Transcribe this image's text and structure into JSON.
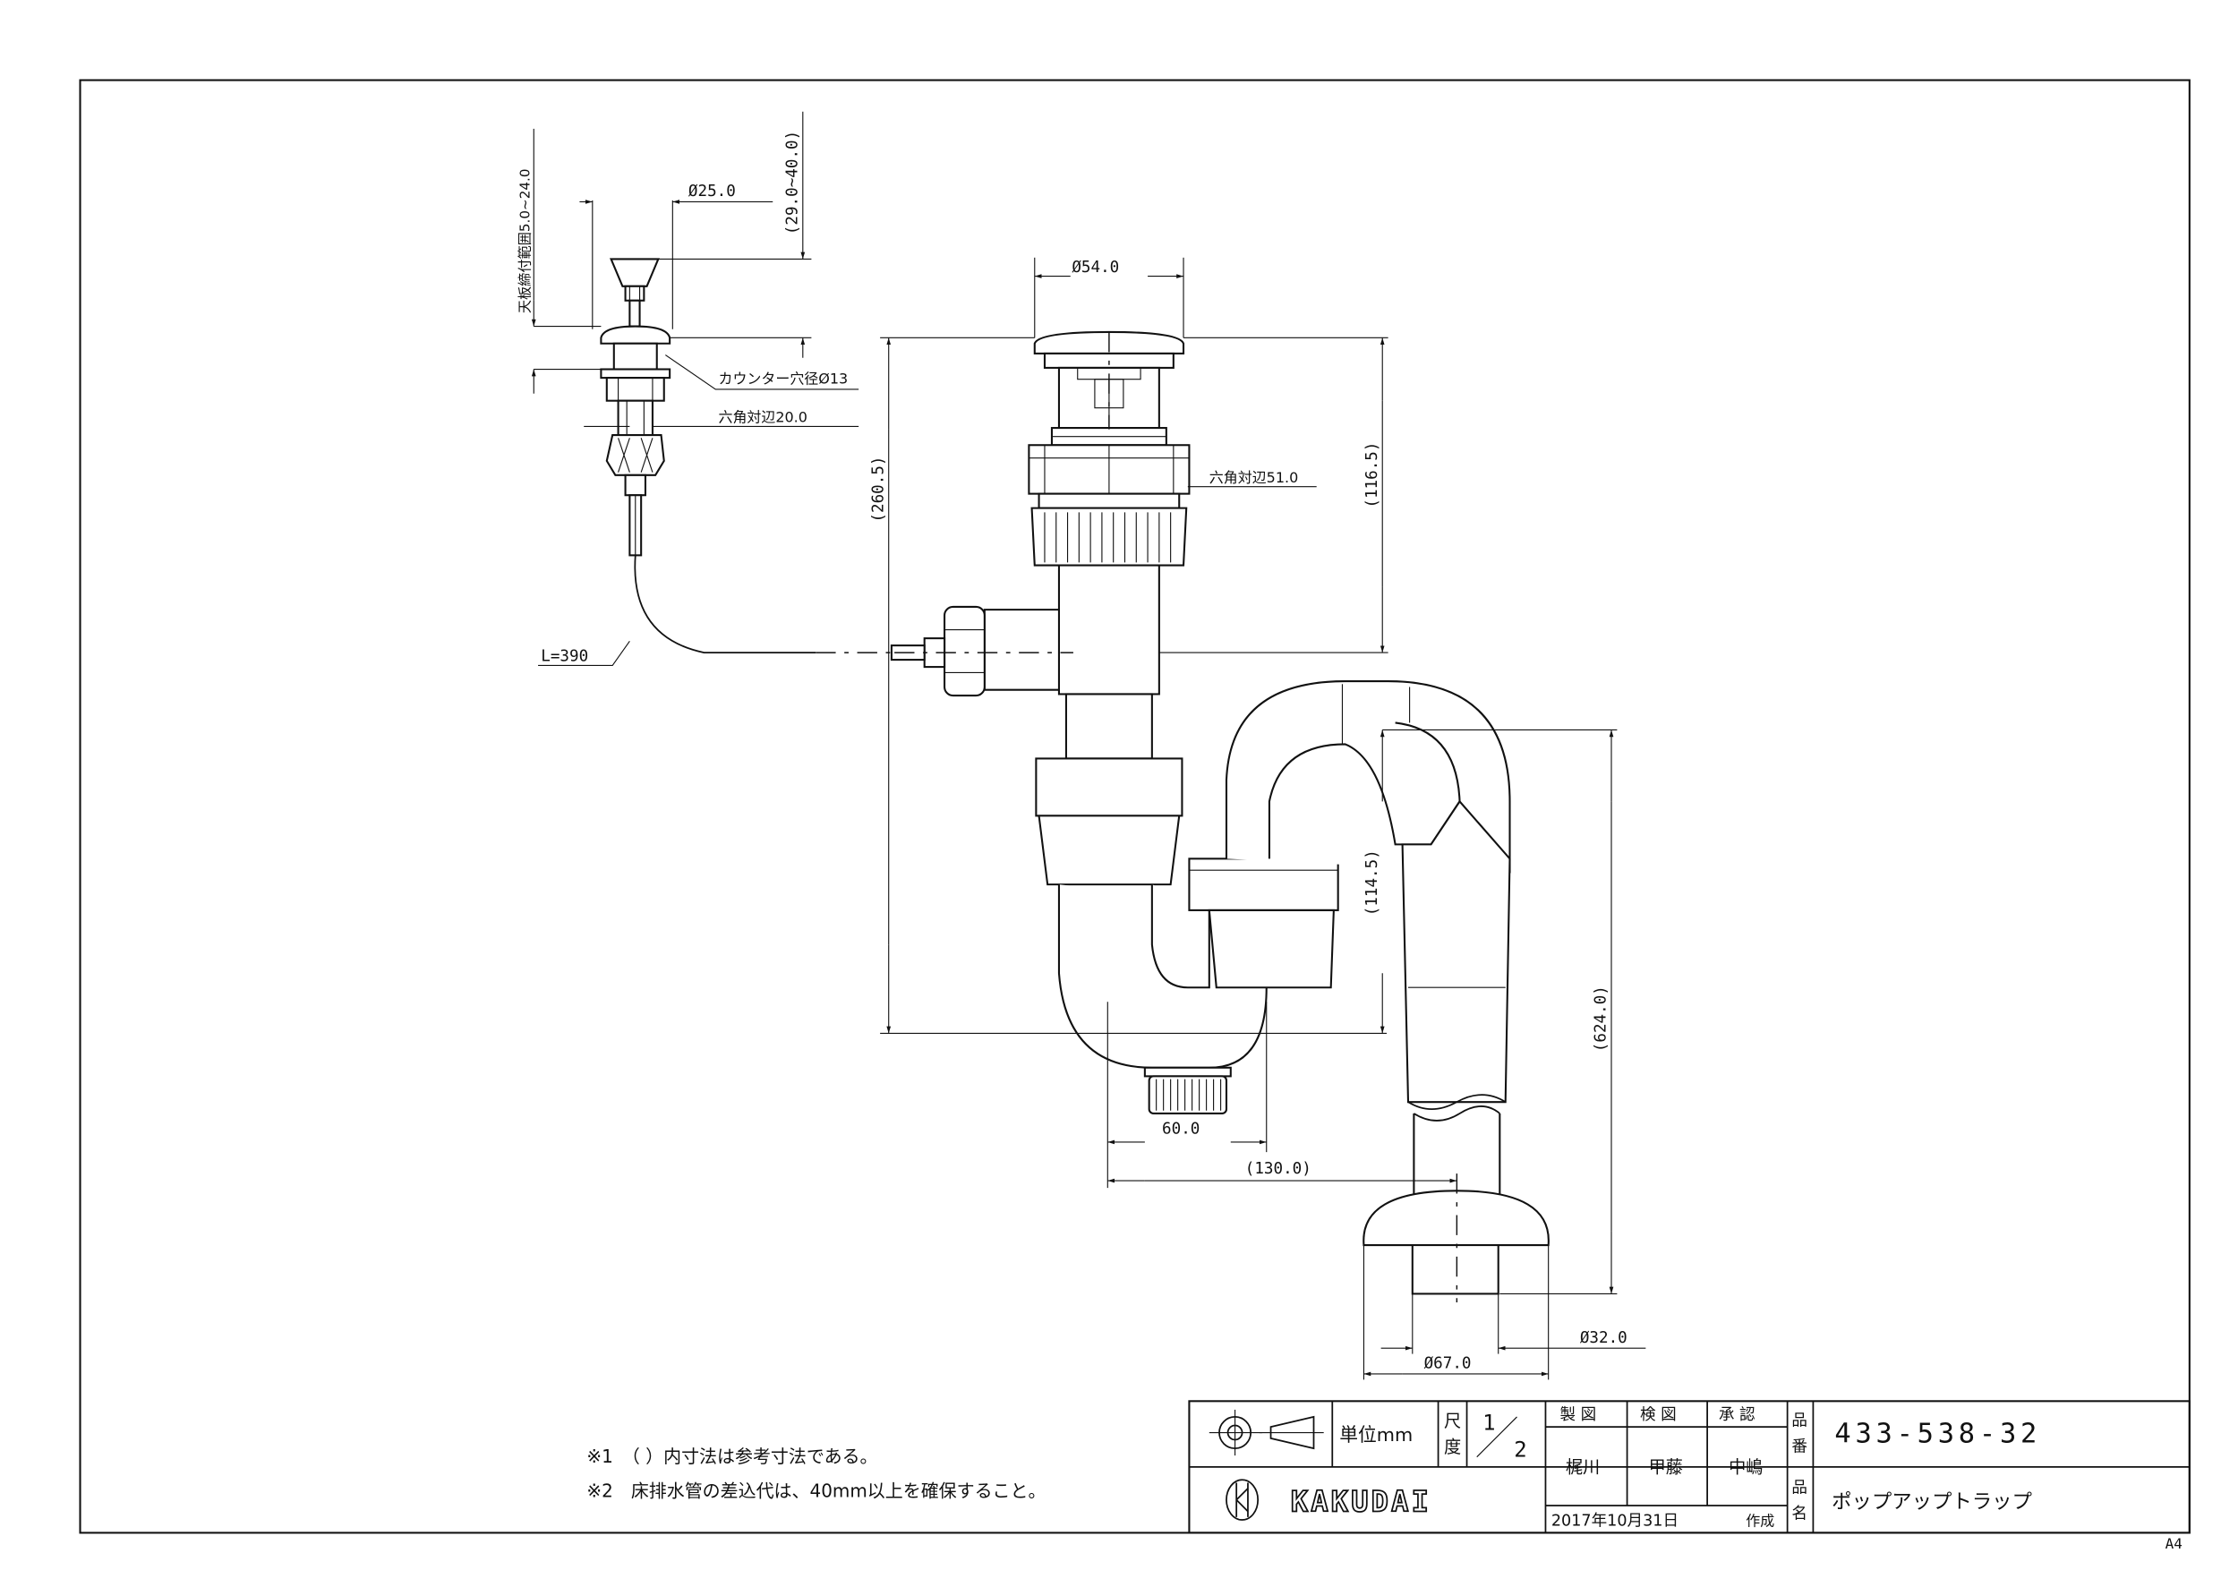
{
  "dimensions": {
    "button_stroke": "天板締付範囲5.0~24.0",
    "button_dia": "Ø25.0",
    "button_height": "(29.0~40.0)",
    "counter_hole": "カウンター穴径Ø13",
    "hex_small": "六角対辺20.0",
    "cable_length": "L=390",
    "flange_dia": "Ø54.0",
    "hex_large": "六角対辺51.0",
    "height_total": "(260.5)",
    "height_upper": "(116.5)",
    "height_trap": "(114.5)",
    "height_pipe": "(624.0)",
    "offset_60": "60.0",
    "offset_130": "(130.0)",
    "pipe_dia": "Ø32.0",
    "base_dia": "Ø67.0"
  },
  "notes": {
    "note1": "※1　（ ）内寸法は参考寸法である。",
    "note2": "※2　床排水管の差込代は、40mm以上を確保すること。"
  },
  "title_block": {
    "unit": "単位mm",
    "scale_label_1": "尺",
    "scale_label_2": "度",
    "scale_num": "1",
    "scale_den": "2",
    "seizu": "製 図",
    "kenzu": "検 図",
    "shonin": "承 認",
    "drafter": "梶川",
    "checker": "甲藤",
    "approver": "中嶋",
    "hinban_label_1": "品",
    "hinban_label_2": "番",
    "hinmei_label_1": "品",
    "hinmei_label_2": "名",
    "part_number": "433-538-32",
    "part_name": "ポップアップトラップ",
    "date": "2017年10月31日",
    "created": "作成",
    "brand": "KAKUDAI",
    "sheet_size": "A4"
  }
}
